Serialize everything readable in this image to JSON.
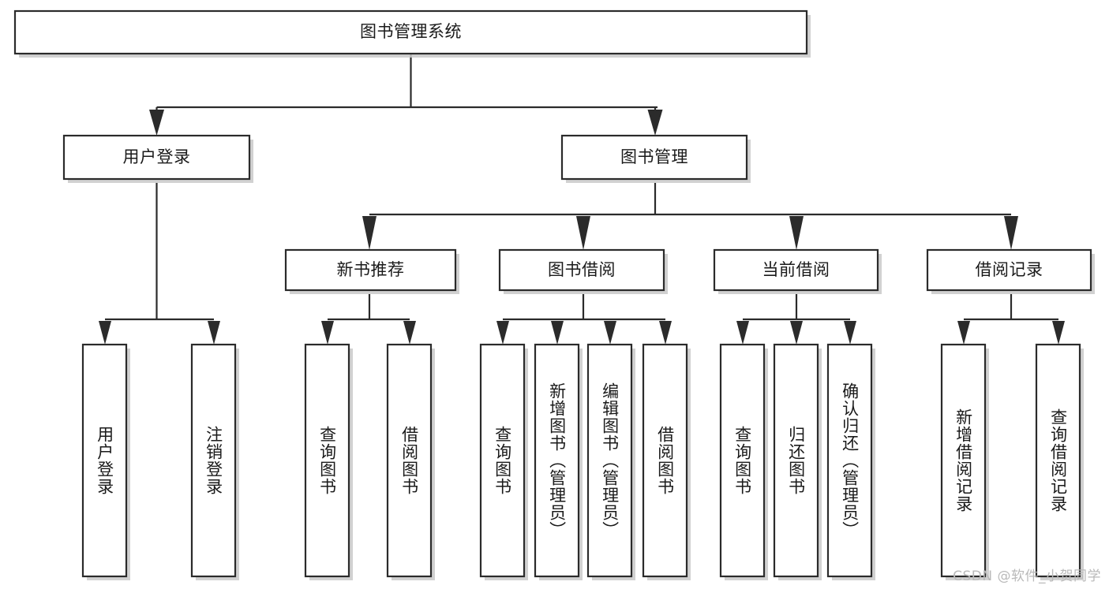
{
  "diagram": {
    "title": "图书管理系统",
    "type": "tree-functional-structure",
    "colors": {
      "box_stroke": "#2b2b2b",
      "box_fill": "#ffffff",
      "shadow": "#c9c9c9",
      "text": "#1a1a1a",
      "watermark": "#b9b9b9",
      "background": "#ffffff"
    },
    "root": {
      "label": "图书管理系统"
    },
    "level1": [
      {
        "label": "用户登录"
      },
      {
        "label": "图书管理"
      }
    ],
    "level2": [
      {
        "label": "新书推荐"
      },
      {
        "label": "图书借阅"
      },
      {
        "label": "当前借阅"
      },
      {
        "label": "借阅记录"
      }
    ],
    "leaves": {
      "user_login": [
        {
          "label": "用户登录"
        },
        {
          "label": "注销登录"
        }
      ],
      "new_book_recommend": [
        {
          "label": "查询图书"
        },
        {
          "label": "借阅图书"
        }
      ],
      "book_borrow": [
        {
          "label": "查询图书"
        },
        {
          "label": "新增图书（管理员）"
        },
        {
          "label": "编辑图书（管理员）"
        },
        {
          "label": "借阅图书"
        }
      ],
      "current_borrow": [
        {
          "label": "查询图书"
        },
        {
          "label": "归还图书"
        },
        {
          "label": "确认归还（管理员）"
        }
      ],
      "borrow_record": [
        {
          "label": "新增借阅记录"
        },
        {
          "label": "查询借阅记录"
        }
      ]
    }
  },
  "watermark": {
    "text": "CSDN @软件_小贺同学"
  }
}
